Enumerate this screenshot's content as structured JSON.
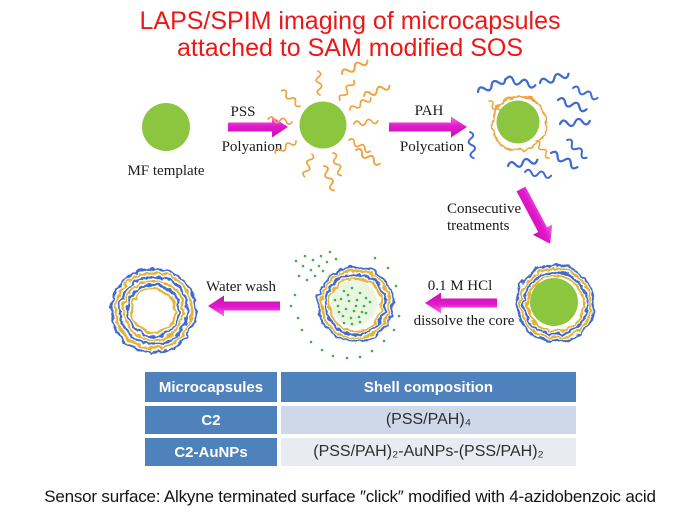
{
  "title": {
    "line1": "LAPS/SPIM imaging of microcapsules",
    "line2": "attached to SAM modified SOS",
    "color": "#ee1717"
  },
  "diagram": {
    "labels": {
      "mf_template": "MF template",
      "step1_top": "PSS",
      "step1_bottom": "Polyanion",
      "step2_top": "PAH",
      "step2_bottom": "Polycation",
      "step3_line1": "Consecutive",
      "step3_line2": "treatments",
      "step4_top": "0.1 M HCl",
      "step4_bottom": "dissolve the core",
      "step5": "Water wash"
    },
    "colors": {
      "core_green": "#8cc63f",
      "arrow_magenta": "#e01ec8",
      "pss_orange": "#efa23d",
      "pah_blue": "#3f6bd0",
      "shell_yellow": "#e3b438",
      "dissolved_core_tint": "#e9f6e1",
      "dot_green": "#3fae4e"
    }
  },
  "table": {
    "header": [
      "Microcapsules",
      "Shell composition"
    ],
    "rows": [
      {
        "name": "C2",
        "composition": "(PSS/PAH)₄"
      },
      {
        "name": "C2-AuNPs",
        "composition": "(PSS/PAH)₂-AuNPs-(PSS/PAH)₂"
      }
    ],
    "colors": {
      "header_bg": "#4f81bd",
      "row1_bg": "#cfd8e8",
      "row2_bg": "#e9ebf3"
    }
  },
  "footer": {
    "text": "Sensor surface: Alkyne terminated surface ″click″ modified with 4-azidobenzoic acid"
  }
}
